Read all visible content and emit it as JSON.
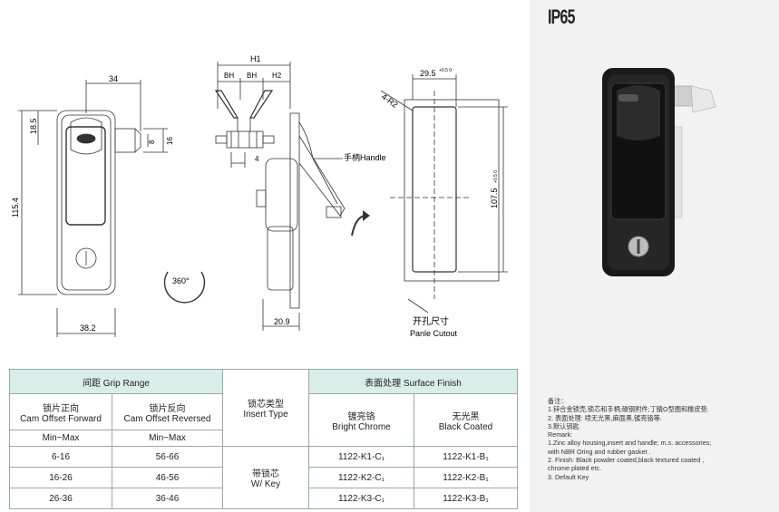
{
  "drawing": {
    "dim_34": "34",
    "dim_18_5": "18.5",
    "dim_8": "8",
    "dim_16": "16",
    "dim_115_4": "115.4",
    "dim_38_2": "38.2",
    "rotation": "360°",
    "dim_h1": "H1",
    "dim_bh1": "BH",
    "dim_bh2": "BH",
    "dim_h2": "H2",
    "dim_4": "4",
    "handle_label": "手柄Handle",
    "dim_20_9": "20.9",
    "dim_29_5": "29.5",
    "dim_29_5_tol": "+0.5 0",
    "dim_4r2": "4-R2",
    "dim_107_5": "107.5",
    "dim_107_5_tol": "+0.5 0",
    "cutout_cn": "开孔尺寸",
    "cutout_en": "Panle Cutout"
  },
  "table": {
    "grip_range": "间距 Grip Range",
    "cam_forward": "锁片正向\nCam Offset Forward",
    "cam_forward_cn": "锁片正向",
    "cam_forward_en": "Cam Offset Forward",
    "cam_reversed_cn": "锁片反向",
    "cam_reversed_en": "Cam Offset Reversed",
    "insert_type_cn": "锁芯类型",
    "insert_type_en": "Insert Type",
    "surface_finish": "表面处理 Surface Finish",
    "bright_chrome_cn": "镀亮铬",
    "bright_chrome_en": "Bright Chrome",
    "black_coated_cn": "无光黑",
    "black_coated_en": "Black Coated",
    "min_max_1": "Min~Max",
    "min_max_2": "Min~Max",
    "insert_key_cn": "带锁芯",
    "insert_key_en": "W/ Key",
    "rows": [
      {
        "forward": "6-16",
        "reversed": "56-66",
        "chrome": "1122-K1-C₁",
        "black": "1122-K1-B₁"
      },
      {
        "forward": "16-26",
        "reversed": "46-56",
        "chrome": "1122-K2-C₁",
        "black": "1122-K2-B₁"
      },
      {
        "forward": "26-36",
        "reversed": "36-46",
        "chrome": "1122-K3-C₁",
        "black": "1122-K3-B₁"
      }
    ]
  },
  "product": {
    "badge": "IP65",
    "notes": [
      "备注：",
      "1.锌合金锁壳,锁芯和手柄;碳钢附件;丁腈O型圈和橡皮垫.",
      "2. 表面处理: 喷无光黑,麻面黑,镀亮铬等.",
      "3.默认钥匙",
      "Remark:",
      "1.Zinc alloy housing,insert and handle; m.s. accessories;",
      "with NBR Oring and rubber gasket .",
      "2. Finish: Black powder coated,black textured coated ,",
      "chrome plated etc.",
      "3. Default Key"
    ]
  },
  "colors": {
    "table_header": "#d9ede9",
    "right_panel": "#f2f2f2",
    "line": "#333333"
  }
}
